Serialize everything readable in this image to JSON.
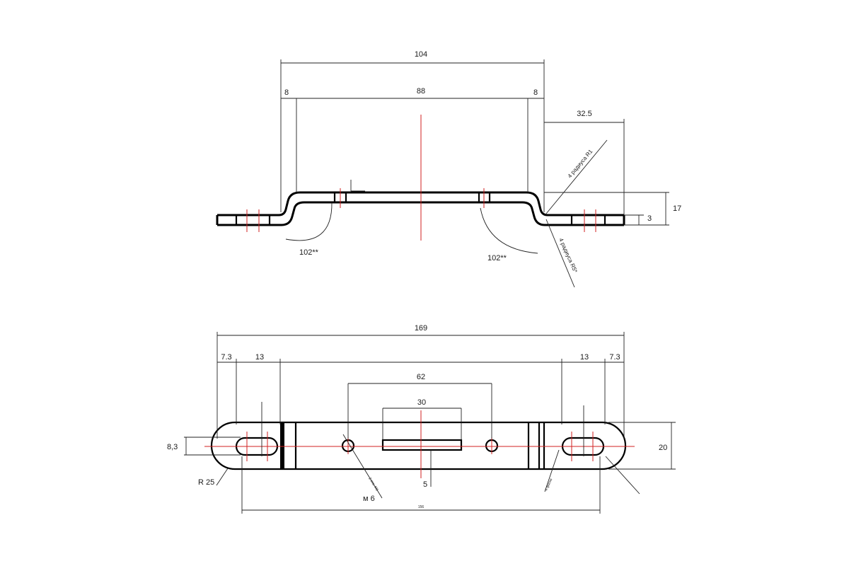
{
  "top_view": {
    "dim_overall": "104",
    "dim_left_step": "8",
    "dim_middle": "88",
    "dim_right_step": "8",
    "dim_flange": "32.5",
    "dim_height": "17",
    "dim_thickness": "3",
    "angle_left": "102**",
    "angle_right": "102**",
    "note_r1": "4 радиуса R1",
    "note_r5": "4 радиуса R5*"
  },
  "plan_view": {
    "dim_overall": "169",
    "dim_left_edge": "7.3",
    "dim_left_slot": "13",
    "dim_right_slot": "13",
    "dim_right_edge": "7.3",
    "dim_holes": "62",
    "dim_slot_window": "30",
    "dim_slot_width": "8,3",
    "dim_width": "20",
    "dim_window_depth": "5",
    "dim_end_radius": "R 25",
    "thread": "м 6",
    "note_left_hole": "2 отв. М6",
    "note_right_hole": "4 фаски",
    "dim_bottom": "156"
  }
}
